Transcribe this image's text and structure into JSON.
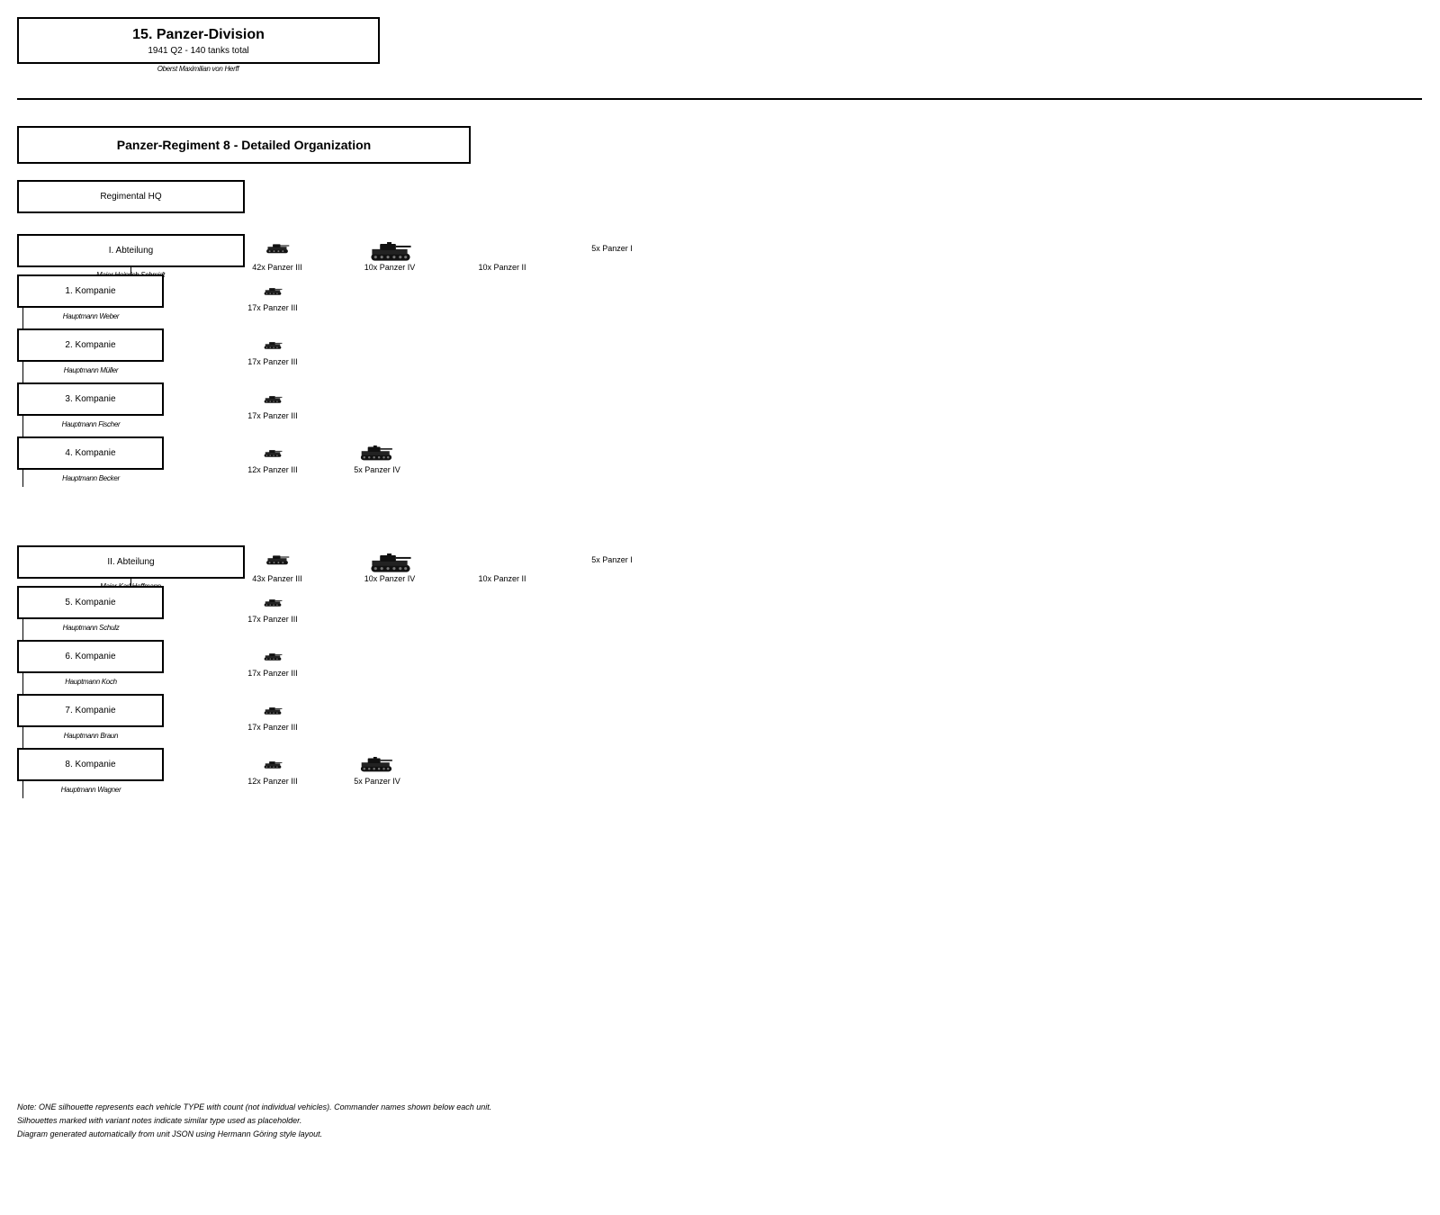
{
  "division": {
    "title": "15. Panzer-Division",
    "subtitle": "1941 Q2 - 140 tanks total",
    "commander": "Oberst Maximilian von Herff"
  },
  "regiment": {
    "title": "Panzer-Regiment 8 - Detailed Organization",
    "hq_label": "Regimental HQ"
  },
  "battalions": [
    {
      "label": "I. Abteilung",
      "commander": "Major Heinrich Schmidt",
      "tanks": [
        "42x Panzer III",
        "10x Panzer IV",
        "10x Panzer II",
        "5x Panzer I"
      ],
      "companies": [
        {
          "label": "1. Kompanie",
          "commander": "Hauptmann Weber",
          "tanks": [
            "17x Panzer III"
          ]
        },
        {
          "label": "2. Kompanie",
          "commander": "Hauptmann Müller",
          "tanks": [
            "17x Panzer III"
          ]
        },
        {
          "label": "3. Kompanie",
          "commander": "Hauptmann Fischer",
          "tanks": [
            "17x Panzer III"
          ]
        },
        {
          "label": "4. Kompanie",
          "commander": "Hauptmann Becker",
          "tanks": [
            "12x Panzer III",
            "5x Panzer IV"
          ]
        }
      ]
    },
    {
      "label": "II. Abteilung",
      "commander": "Major Karl Hoffmann",
      "tanks": [
        "43x Panzer III",
        "10x Panzer IV",
        "10x Panzer II",
        "5x Panzer I"
      ],
      "companies": [
        {
          "label": "5. Kompanie",
          "commander": "Hauptmann Schulz",
          "tanks": [
            "17x Panzer III"
          ]
        },
        {
          "label": "6. Kompanie",
          "commander": "Hauptmann Koch",
          "tanks": [
            "17x Panzer III"
          ]
        },
        {
          "label": "7. Kompanie",
          "commander": "Hauptmann Braun",
          "tanks": [
            "17x Panzer III"
          ]
        },
        {
          "label": "8. Kompanie",
          "commander": "Hauptmann Wagner",
          "tanks": [
            "12x Panzer III",
            "5x Panzer IV"
          ]
        }
      ]
    }
  ],
  "notes": [
    "Note: ONE silhouette represents each vehicle TYPE with count (not individual vehicles). Commander names shown below each unit.",
    "Silhouettes marked with variant notes indicate similar type used as placeholder.",
    "Diagram generated automatically from unit JSON using Hermann Göring style layout."
  ]
}
